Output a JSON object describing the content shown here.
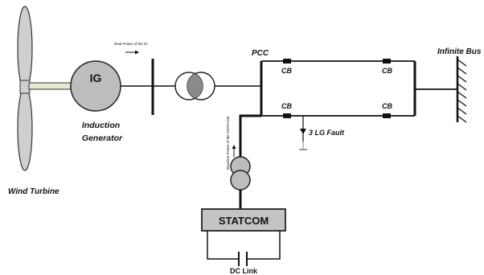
{
  "labels": {
    "wind_turbine": "Wind Turbine",
    "induction_generator": "Induction\nGenerator",
    "ig": "IG",
    "real_power": "Real Power of the IG",
    "reactive_power": "Reactive Power of the STATCOM",
    "pcc": "PCC",
    "infinite_bus": "Infinite Bus",
    "cb": "CB",
    "fault": "3 LG Fault",
    "statcom": "STATCOM",
    "dc_link": "DC Link"
  },
  "colors": {
    "line": "#111111",
    "blade": "#cfcfcf",
    "generator": "#bdbdbd",
    "transformer_overlap": "#8a8a8a",
    "statcom_fill": "#c4c4c4",
    "shaft": "#e6e6d2",
    "ground": "#9a9a9a"
  }
}
